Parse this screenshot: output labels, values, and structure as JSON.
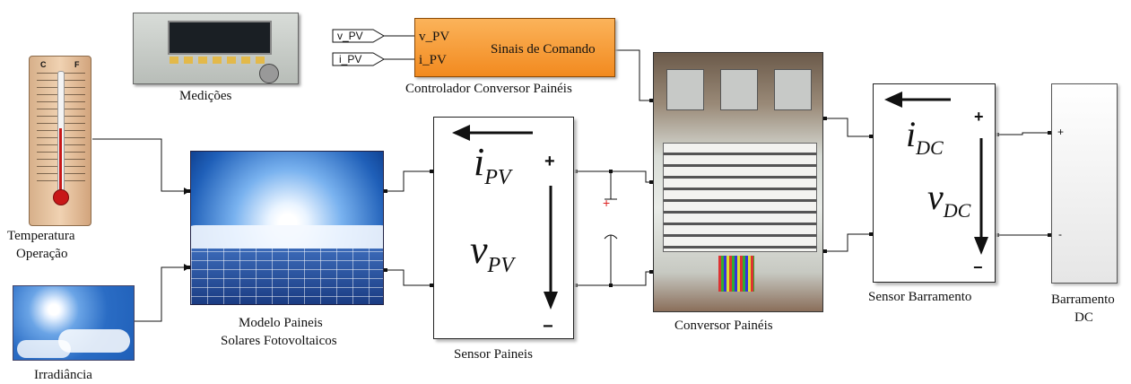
{
  "blocks": {
    "medicoes": {
      "label": "Medições"
    },
    "temperatura": {
      "label_line1": "Temperatura",
      "label_line2": "Operação",
      "scale_c": "C",
      "scale_f": "F"
    },
    "irradiancia": {
      "label": "Irradiância"
    },
    "modelo_paineis": {
      "label_line1": "Modelo Paineis",
      "label_line2": "Solares Fotovoltaicos"
    },
    "sensor_paineis": {
      "label": "Sensor Paineis",
      "current_symbol": "i",
      "current_sub": "PV",
      "voltage_symbol": "v",
      "voltage_sub": "PV",
      "plus": "+",
      "minus": "−"
    },
    "controlador": {
      "label": "Controlador Conversor Painéis",
      "in1": "v_PV",
      "in2": "i_PV",
      "out": "Sinais de Comando"
    },
    "conversor": {
      "label": "Conversor Painéis"
    },
    "sensor_barramento": {
      "label": "Sensor Barramento",
      "current_symbol": "i",
      "current_sub": "DC",
      "voltage_symbol": "v",
      "voltage_sub": "DC",
      "plus": "+",
      "minus": "−"
    },
    "barramento": {
      "label_line1": "Barramento",
      "label_line2": "DC",
      "plus": "+",
      "minus": "-"
    }
  },
  "goto_tags": {
    "v_pv": "v_PV",
    "i_pv": "i_PV"
  },
  "capacitor_sign": "+",
  "colors": {
    "controller_orange": "#f7a03c",
    "wire": "#111111",
    "sky_blue": "#1f5fb8"
  }
}
